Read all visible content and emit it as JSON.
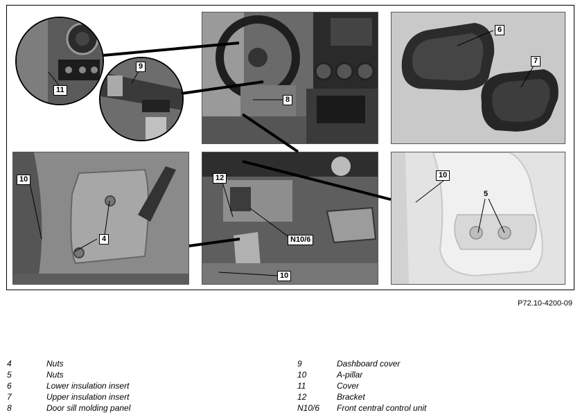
{
  "callouts": {
    "c6": "6",
    "c7": "7",
    "c8": "8",
    "c9": "9",
    "c11": "11",
    "c10_left": "10",
    "c4": "4",
    "c12": "12",
    "cN106": "N10/6",
    "c10_mid": "10",
    "c10_right": "10",
    "c5": "5"
  },
  "reference": "P72.10-4200-09",
  "legend_left": [
    {
      "num": "4",
      "text": "Nuts"
    },
    {
      "num": "5",
      "text": "Nuts"
    },
    {
      "num": "6",
      "text": "Lower insulation insert"
    },
    {
      "num": "7",
      "text": "Upper insulation insert"
    },
    {
      "num": "8",
      "text": "Door sill molding panel"
    }
  ],
  "legend_right": [
    {
      "num": "9",
      "text": "Dashboard cover"
    },
    {
      "num": "10",
      "text": "A-pillar"
    },
    {
      "num": "11",
      "text": "Cover"
    },
    {
      "num": "12",
      "text": "Bracket"
    },
    {
      "num": "N10/6",
      "text": "Front central control unit"
    }
  ]
}
